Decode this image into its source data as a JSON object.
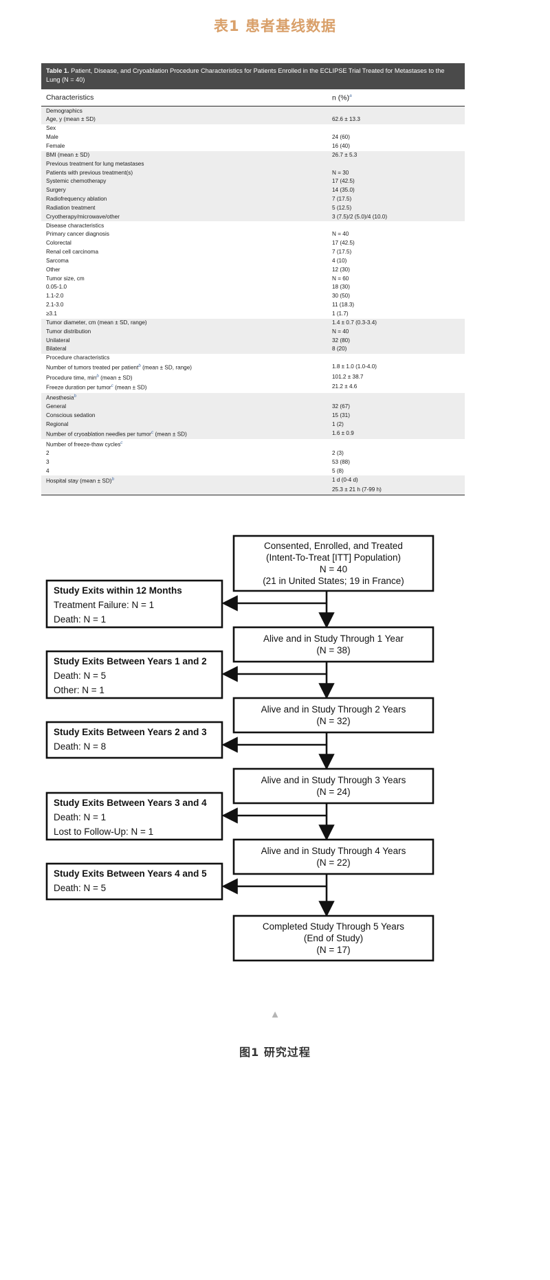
{
  "heading_cn": "表1  患者基线数据",
  "figure_caption_cn": "图1  研究过程",
  "scroll_caret": "▲",
  "colors": {
    "heading": "#d9a06a",
    "caption_bar": "#4a4a4a",
    "row_shade": "#ededed",
    "footnote_mark": "#4a6fa5"
  },
  "table": {
    "caption_label": "Table 1.",
    "caption_text": " Patient, Disease, and Cryoablation Procedure Characteristics for Patients Enrolled in the ECLIPSE Trial Treated for Metastases to the Lung (N = 40)",
    "columns": [
      "Characteristics",
      "n (%)"
    ],
    "column2_footnote": "a",
    "rows": [
      {
        "label": "Demographics",
        "value": "",
        "indent": 0,
        "shade": true,
        "sup": ""
      },
      {
        "label": "Age, y (mean ± SD)",
        "value": "62.6 ± 13.3",
        "indent": 0,
        "shade": true,
        "sup": ""
      },
      {
        "label": "Sex",
        "value": "",
        "indent": 0,
        "shade": false,
        "sup": ""
      },
      {
        "label": "Male",
        "value": "24 (60)",
        "indent": 1,
        "shade": false,
        "sup": ""
      },
      {
        "label": "Female",
        "value": "16 (40)",
        "indent": 1,
        "shade": false,
        "sup": ""
      },
      {
        "label": "BMI (mean ± SD)",
        "value": "26.7 ± 5.3",
        "indent": 0,
        "shade": true,
        "sup": ""
      },
      {
        "label": "Previous treatment for lung metastases",
        "value": "",
        "indent": 0,
        "shade": true,
        "sup": ""
      },
      {
        "label": "Patients with previous treatment(s)",
        "value": "N = 30",
        "indent": 1,
        "shade": true,
        "sup": ""
      },
      {
        "label": "Systemic chemotherapy",
        "value": "17 (42.5)",
        "indent": 2,
        "shade": true,
        "sup": ""
      },
      {
        "label": "Surgery",
        "value": "14 (35.0)",
        "indent": 2,
        "shade": true,
        "sup": ""
      },
      {
        "label": "Radiofrequency ablation",
        "value": "7 (17.5)",
        "indent": 2,
        "shade": true,
        "sup": ""
      },
      {
        "label": "Radiation treatment",
        "value": "5 (12.5)",
        "indent": 2,
        "shade": true,
        "sup": ""
      },
      {
        "label": "Cryotherapy/microwave/other",
        "value": "3 (7.5)/2 (5.0)/4 (10.0)",
        "indent": 2,
        "shade": true,
        "sup": ""
      },
      {
        "label": "Disease characteristics",
        "value": "",
        "indent": 0,
        "shade": false,
        "sup": ""
      },
      {
        "label": "Primary cancer diagnosis",
        "value": "N = 40",
        "indent": 1,
        "shade": false,
        "sup": ""
      },
      {
        "label": "Colorectal",
        "value": "17 (42.5)",
        "indent": 1,
        "shade": false,
        "sup": ""
      },
      {
        "label": "Renal cell carcinoma",
        "value": "7 (17.5)",
        "indent": 1,
        "shade": false,
        "sup": ""
      },
      {
        "label": "Sarcoma",
        "value": "4 (10)",
        "indent": 1,
        "shade": false,
        "sup": ""
      },
      {
        "label": "Other",
        "value": "12 (30)",
        "indent": 1,
        "shade": false,
        "sup": ""
      },
      {
        "label": "Tumor size, cm",
        "value": "N = 60",
        "indent": 1,
        "shade": false,
        "sup": ""
      },
      {
        "label": "0.05-1.0",
        "value": "18 (30)",
        "indent": 2,
        "shade": false,
        "sup": ""
      },
      {
        "label": "1.1-2.0",
        "value": "30 (50)",
        "indent": 2,
        "shade": false,
        "sup": ""
      },
      {
        "label": "2.1-3.0",
        "value": "11 (18.3)",
        "indent": 2,
        "shade": false,
        "sup": ""
      },
      {
        "label": "≥3.1",
        "value": "1 (1.7)",
        "indent": 2,
        "shade": false,
        "sup": ""
      },
      {
        "label": "Tumor diameter, cm (mean ± SD, range)",
        "value": "1.4 ± 0.7 (0.3-3.4)",
        "indent": 0,
        "shade": true,
        "sup": ""
      },
      {
        "label": "Tumor distribution",
        "value": "N = 40",
        "indent": 1,
        "shade": true,
        "sup": ""
      },
      {
        "label": "Unilateral",
        "value": "32 (80)",
        "indent": 2,
        "shade": true,
        "sup": ""
      },
      {
        "label": "Bilateral",
        "value": "8 (20)",
        "indent": 2,
        "shade": true,
        "sup": ""
      },
      {
        "label": "Procedure characteristics",
        "value": "",
        "indent": 0,
        "shade": false,
        "sup": ""
      },
      {
        "label": "Number of tumors treated per patient",
        "value": "1.8 ± 1.0 (1.0-4.0)",
        "indent": 1,
        "shade": false,
        "sup": "b",
        "label_tail": " (mean ± SD, range)"
      },
      {
        "label": "Procedure time, min",
        "value": "101.2 ± 38.7",
        "indent": 1,
        "shade": false,
        "sup": "b",
        "label_tail": " (mean ± SD)"
      },
      {
        "label": "Freeze duration per tumor",
        "value": "21.2 ± 4.6",
        "indent": 1,
        "shade": false,
        "sup": "c",
        "label_tail": " (mean ± SD)"
      },
      {
        "label": "Anesthesia",
        "value": "",
        "indent": 0,
        "shade": true,
        "sup": "b"
      },
      {
        "label": "General",
        "value": "32 (67)",
        "indent": 1,
        "shade": true,
        "sup": ""
      },
      {
        "label": "Conscious sedation",
        "value": "15 (31)",
        "indent": 1,
        "shade": true,
        "sup": ""
      },
      {
        "label": "Regional",
        "value": "1 (2)",
        "indent": 1,
        "shade": true,
        "sup": ""
      },
      {
        "label": "Number of cryoablation needles per tumor",
        "value": "1.6 ± 0.9",
        "indent": 1,
        "shade": true,
        "sup": "c",
        "label_tail": " (mean ± SD)"
      },
      {
        "label": "Number of freeze-thaw cycles",
        "value": "",
        "indent": 0,
        "shade": false,
        "sup": "c"
      },
      {
        "label": "2",
        "value": "2 (3)",
        "indent": 1,
        "shade": false,
        "sup": ""
      },
      {
        "label": "3",
        "value": "53 (88)",
        "indent": 1,
        "shade": false,
        "sup": ""
      },
      {
        "label": "4",
        "value": "5 (8)",
        "indent": 1,
        "shade": false,
        "sup": ""
      },
      {
        "label": "Hospital stay (mean ± SD)",
        "value": "1 d (0-4 d)",
        "indent": 0,
        "shade": true,
        "sup": "b"
      },
      {
        "label": "",
        "value": "25.3 ± 21 h (7-99 h)",
        "indent": 0,
        "shade": true,
        "sup": ""
      }
    ]
  },
  "flowchart": {
    "main_nodes": [
      {
        "id": "n0",
        "lines": [
          "Consented, Enrolled, and Treated",
          "(Intent-To-Treat [ITT] Population)",
          "N = 40",
          "(21 in United States; 19 in France)"
        ]
      },
      {
        "id": "n1",
        "lines": [
          "Alive and in Study Through 1 Year",
          "(N = 38)"
        ]
      },
      {
        "id": "n2",
        "lines": [
          "Alive and in Study Through 2 Years",
          "(N = 32)"
        ]
      },
      {
        "id": "n3",
        "lines": [
          "Alive and in Study Through 3 Years",
          "(N = 24)"
        ]
      },
      {
        "id": "n4",
        "lines": [
          "Alive and in Study Through 4 Years",
          "(N = 22)"
        ]
      },
      {
        "id": "n5",
        "lines": [
          "Completed Study Through 5 Years",
          "(End of Study)",
          "(N = 17)"
        ]
      }
    ],
    "exit_nodes": [
      {
        "id": "e1",
        "title": "Study Exits within 12 Months",
        "lines": [
          "Treatment Failure: N = 1",
          "Death: N = 1"
        ]
      },
      {
        "id": "e2",
        "title": "Study Exits Between Years 1 and 2",
        "lines": [
          "Death: N = 5",
          "Other: N = 1"
        ]
      },
      {
        "id": "e3",
        "title": "Study Exits Between Years 2 and 3",
        "lines": [
          "Death: N = 8"
        ]
      },
      {
        "id": "e4",
        "title": "Study Exits Between Years 3 and 4",
        "lines": [
          "Death: N = 1",
          "Lost to Follow-Up: N = 1"
        ]
      },
      {
        "id": "e5",
        "title": "Study Exits Between Years 4 and 5",
        "lines": [
          "Death: N = 5"
        ]
      }
    ]
  }
}
